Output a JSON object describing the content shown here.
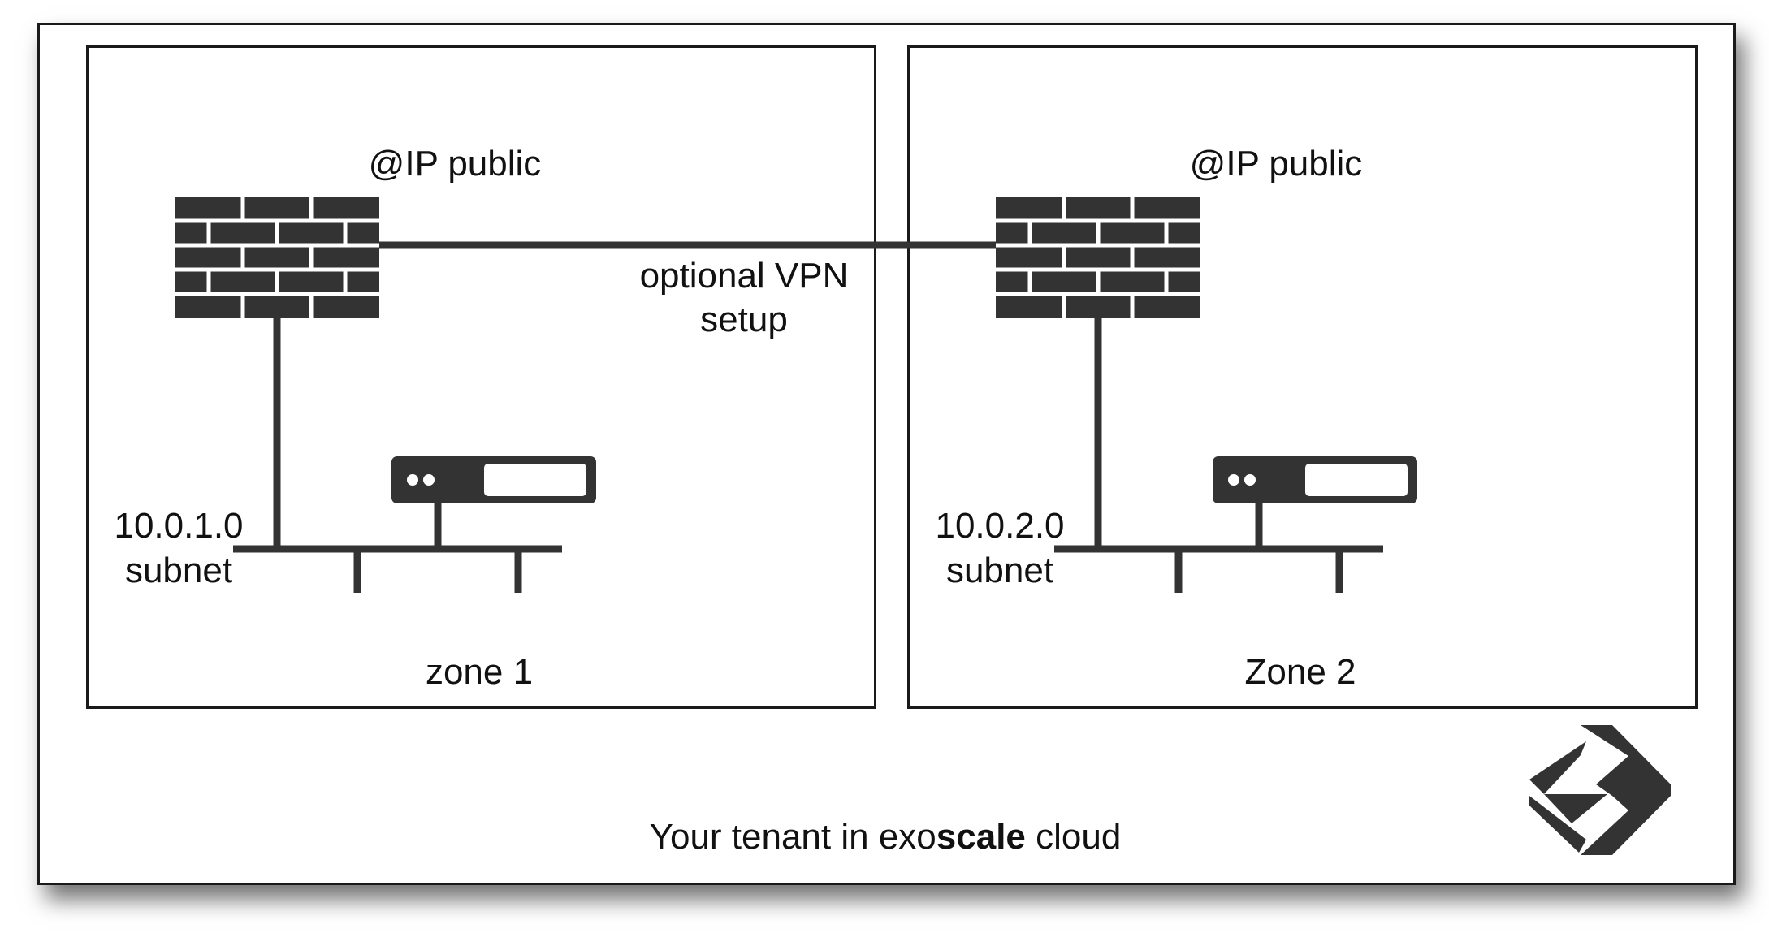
{
  "zones": [
    {
      "name": "zone 1",
      "ip_label": "@IP public",
      "subnet_ip": "10.0.1.0",
      "subnet_word": "subnet"
    },
    {
      "name": "Zone 2",
      "ip_label": "@IP public",
      "subnet_ip": "10.0.2.0",
      "subnet_word": "subnet"
    }
  ],
  "vpn": {
    "line1": "optional VPN",
    "line2": "setup"
  },
  "footer": {
    "prefix": "Your tenant in exo",
    "brand_bold": "scale",
    "suffix": " cloud"
  },
  "colors": {
    "ink": "#333333",
    "border": "#1a1a1a",
    "background": "#ffffff"
  },
  "icons": [
    "firewall-icon",
    "server-icon",
    "exoscale-logo-icon"
  ]
}
